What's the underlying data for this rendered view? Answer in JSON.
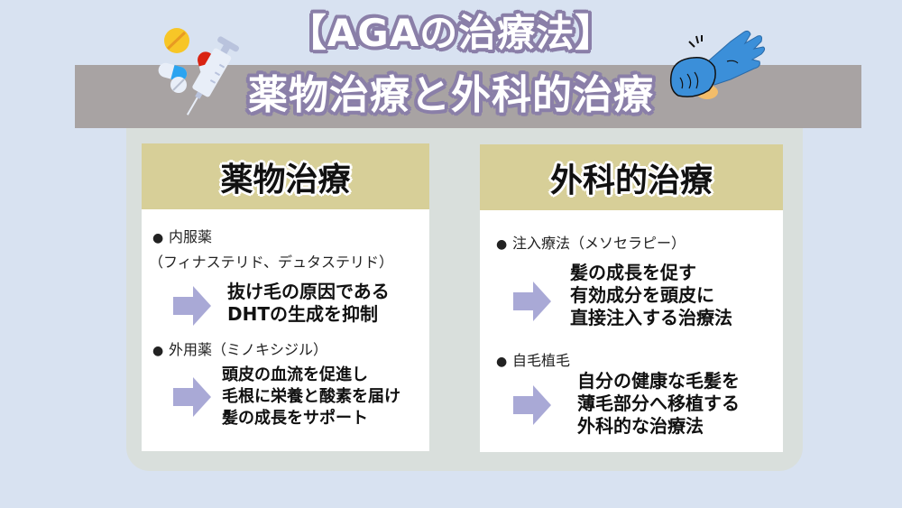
{
  "header": {
    "title_line1": "【AGAの治療法】",
    "title_line2": "薬物治療と外科的治療",
    "left_illustration": "pills-and-syringe-icon",
    "right_illustration": "glove-icon"
  },
  "colors": {
    "background": "#d8e2f1",
    "banner": "#a8a3a3",
    "title_outline": "#8a7fa8",
    "panel": "#d9dfdc",
    "card_header": "#d7cf98",
    "arrow": "#a9a9d6"
  },
  "cards": [
    {
      "title": "薬物治療",
      "items": [
        {
          "bullet": "内服薬",
          "sub": "（フィナステリド、デュタステリド）",
          "desc": [
            "抜け毛の原因である",
            "DHTの生成を抑制"
          ]
        },
        {
          "bullet": "外用薬（ミノキシジル）",
          "desc": [
            "頭皮の血流を促進し",
            "毛根に栄養と酸素を届け",
            "髪の成長をサポート"
          ]
        }
      ]
    },
    {
      "title": "外科的治療",
      "items": [
        {
          "bullet": "注入療法（メソセラピー）",
          "desc": [
            "髪の成長を促す",
            "有効成分を頭皮に",
            "直接注入する治療法"
          ]
        },
        {
          "bullet": "自毛植毛",
          "desc": [
            "自分の健康な毛髪を",
            "薄毛部分へ移植する",
            "外科的な治療法"
          ]
        }
      ]
    }
  ]
}
